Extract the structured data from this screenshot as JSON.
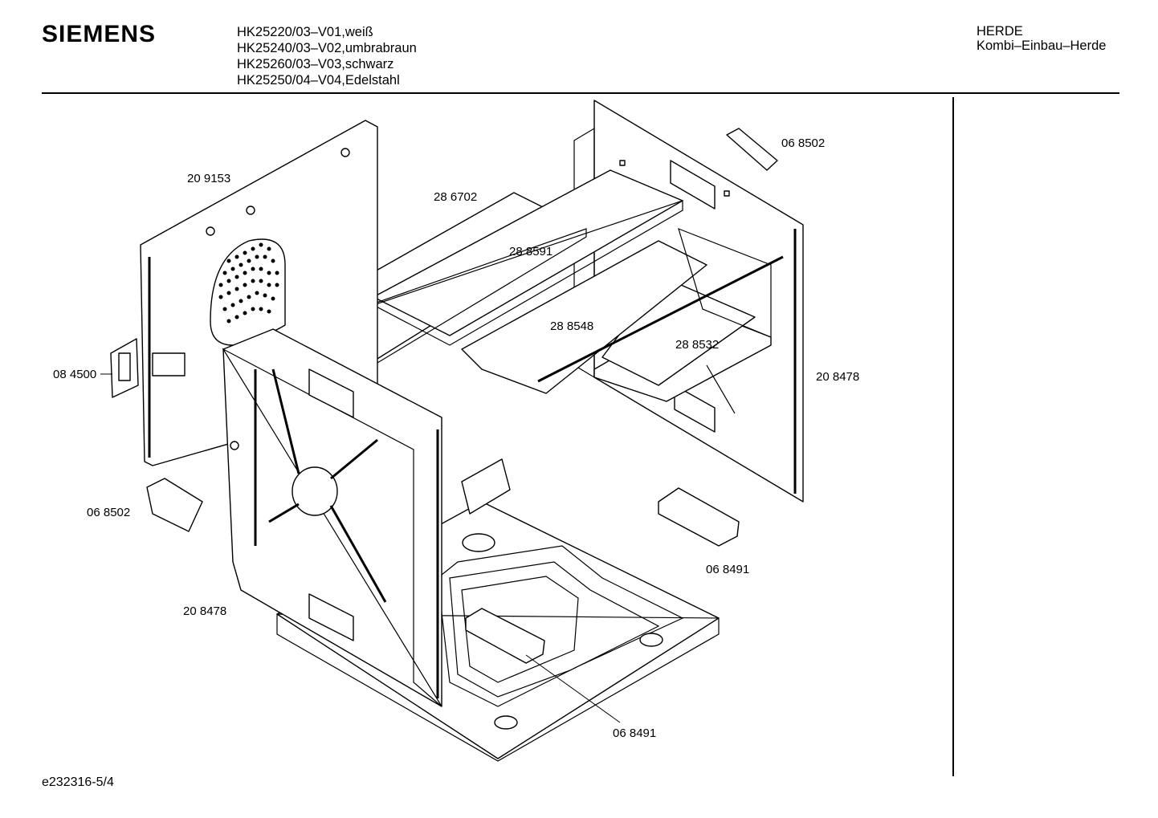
{
  "header": {
    "brand": "SIEMENS",
    "models": [
      "HK25220/03–V01,weiß",
      "HK25240/03–V02,umbrabraun",
      "HK25260/03–V03,schwarz",
      "HK25250/04–V04,Edelstahl"
    ],
    "category_title": "HERDE",
    "category_subtitle": "Kombi–Einbau–Herde"
  },
  "footer": {
    "document_number": "e232316-5/4"
  },
  "part_labels": {
    "rear_panel": "20 9153",
    "top_shelf_rear": "28 6702",
    "top_shelf_front": "28 8591",
    "rack_guide": "28 8548",
    "tray": "28 8532",
    "side_wall_right": "20 8478",
    "handle_top_right": "06 8502",
    "handle_left": "06 8502",
    "socket": "08 4500",
    "side_wall_left": "20 8478",
    "hinge_right": "06 8491",
    "hinge_bottom": "06 8491"
  }
}
